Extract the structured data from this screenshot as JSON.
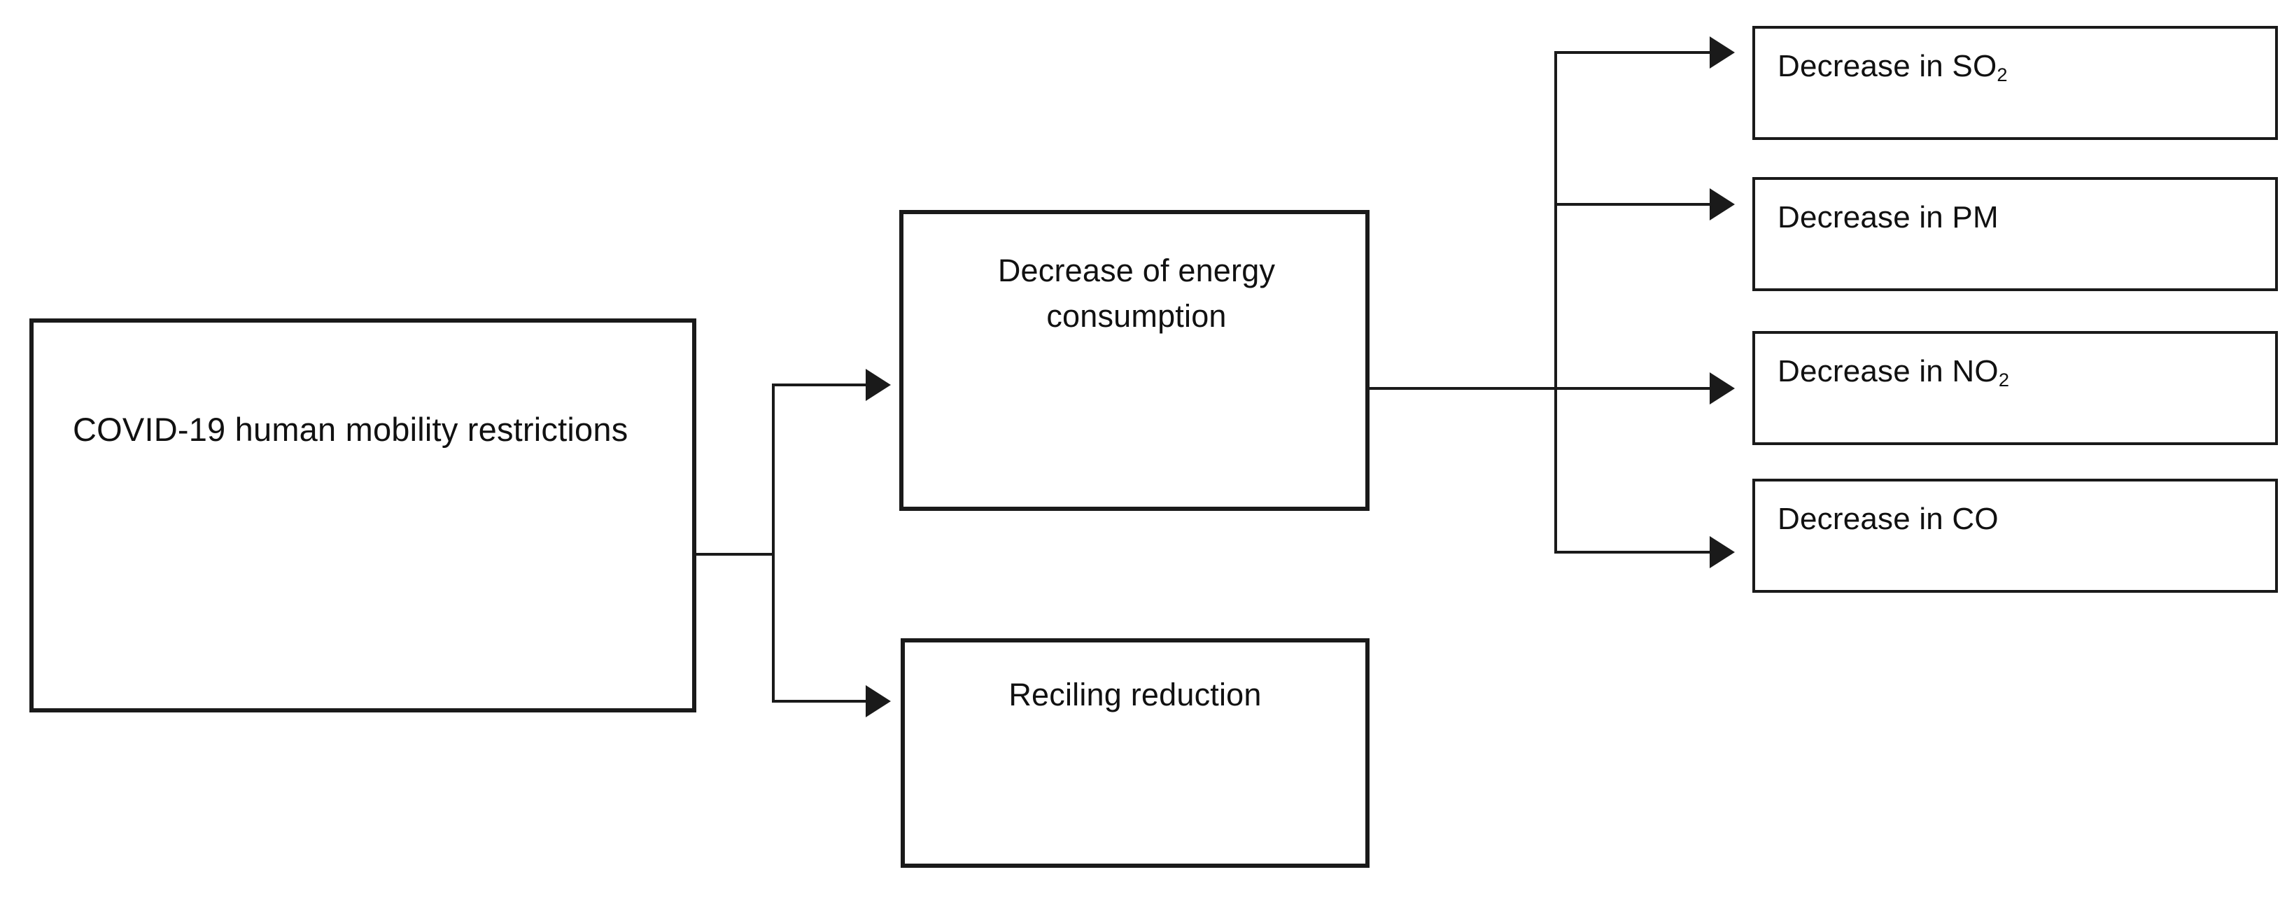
{
  "diagram": {
    "type": "flowchart",
    "orientation": "left-to-right",
    "background_color": "#ffffff",
    "line_color": "#1a1a1a",
    "text_color": "#111111",
    "nodes": {
      "source": {
        "id": "covid-mobility-restrictions",
        "label": "COVID-19 human mobility restrictions",
        "line1": "COVID-19 human mobility",
        "line2": "restrictions"
      },
      "energy": {
        "id": "decrease-energy-consumption",
        "label": "Decrease of energy consumption",
        "line1": "Decrease of energy",
        "line2": "consumption"
      },
      "recycling": {
        "id": "reciling-reduction",
        "label": "Reciling reduction"
      },
      "outcomes": [
        {
          "id": "decrease-so2",
          "prefix": "Decrease in SO",
          "sub": "2",
          "label": "Decrease in SO2"
        },
        {
          "id": "decrease-pm",
          "prefix": "Decrease in PM",
          "sub": "",
          "label": "Decrease in PM"
        },
        {
          "id": "decrease-no2",
          "prefix": "Decrease in NO",
          "sub": "2",
          "label": "Decrease in NO2"
        },
        {
          "id": "decrease-co",
          "prefix": "Decrease in CO",
          "sub": "",
          "label": "Decrease in CO"
        }
      ]
    },
    "edges": [
      {
        "from": "covid-mobility-restrictions",
        "to": "decrease-energy-consumption",
        "style": "orthogonal-arrow"
      },
      {
        "from": "covid-mobility-restrictions",
        "to": "reciling-reduction",
        "style": "orthogonal-arrow"
      },
      {
        "from": "decrease-energy-consumption",
        "to": "decrease-so2",
        "style": "orthogonal-arrow"
      },
      {
        "from": "decrease-energy-consumption",
        "to": "decrease-pm",
        "style": "orthogonal-arrow"
      },
      {
        "from": "decrease-energy-consumption",
        "to": "decrease-no2",
        "style": "orthogonal-arrow"
      },
      {
        "from": "decrease-energy-consumption",
        "to": "decrease-co",
        "style": "orthogonal-arrow"
      }
    ]
  }
}
